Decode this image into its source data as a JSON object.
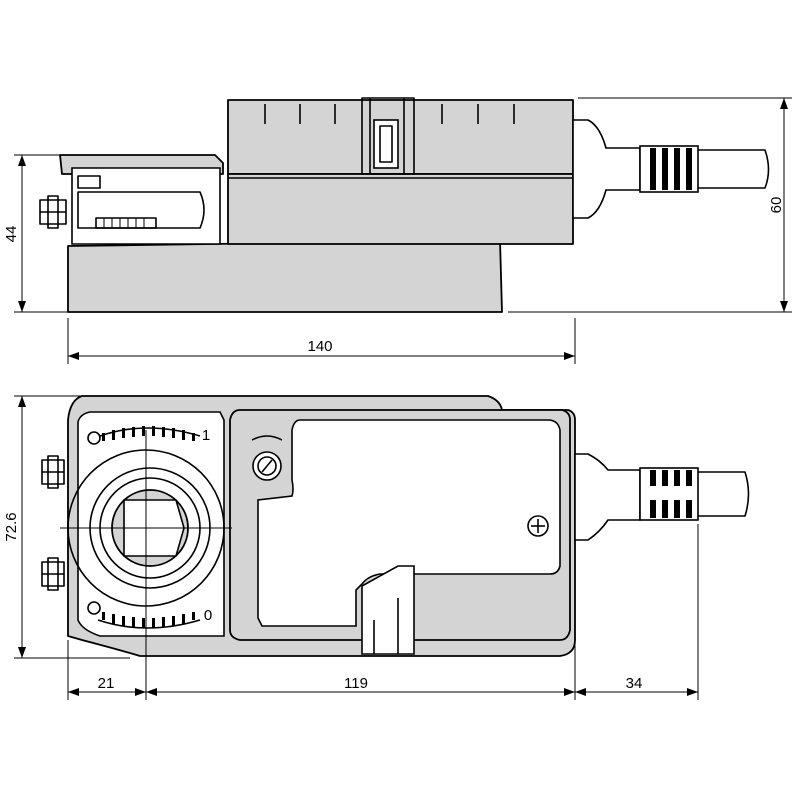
{
  "dimensions": {
    "side_height": "44",
    "overall_height": "60",
    "overall_length": "140",
    "width": "72.6",
    "shaft_offset": "21",
    "body_length": "119",
    "cable_gland": "34"
  },
  "dial": {
    "scale_max": "1",
    "scale_min": "0"
  },
  "colors": {
    "line": "#000000",
    "housing_fill": "#d4d4d4",
    "background": "#ffffff"
  }
}
